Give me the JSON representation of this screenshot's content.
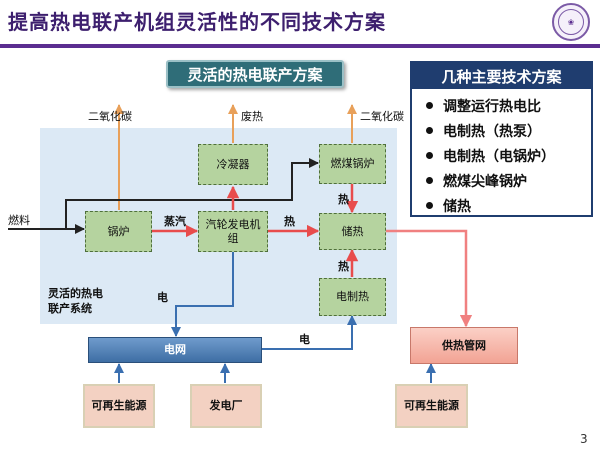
{
  "slide": {
    "title": "提高热电联产机组灵活性的不同技术方案",
    "page_number": "3"
  },
  "diagram": {
    "header": "灵活的热电联产方案",
    "system_label": "灵活的热电\n联产系统",
    "nodes": {
      "boiler": "锅炉",
      "turbine": "汽轮发电机\n组",
      "condenser": "冷凝器",
      "coal_boiler": "燃煤锅炉",
      "storage": "储热",
      "electric_heating": "电制热",
      "power_grid": "电网",
      "heat_network": "供热管网",
      "renewable_left": "可再生能源",
      "power_plant": "发电厂",
      "renewable_right": "可再生能源"
    },
    "flow_labels": {
      "fuel": "燃料",
      "steam": "蒸汽",
      "heat_turbine": "热",
      "heat_coal": "热",
      "heat_electric": "热",
      "co2_left": "二氧化碳",
      "waste_heat": "废热",
      "co2_right": "二氧化碳",
      "electricity_out": "电",
      "electricity_in": "电"
    },
    "colors": {
      "steam_arrow": "#e84c4c",
      "heat_arrow": "#f08080",
      "emission_arrow": "#e8a05a",
      "electric_arrow": "#3a6fb0",
      "fuel_arrow": "#222222"
    }
  },
  "options": {
    "header": "几种主要技术方案",
    "items": [
      "调整运行热电比",
      "电制热（热泵）",
      "电制热（电锅炉）",
      "燃煤尖峰锅炉",
      "储热"
    ]
  }
}
